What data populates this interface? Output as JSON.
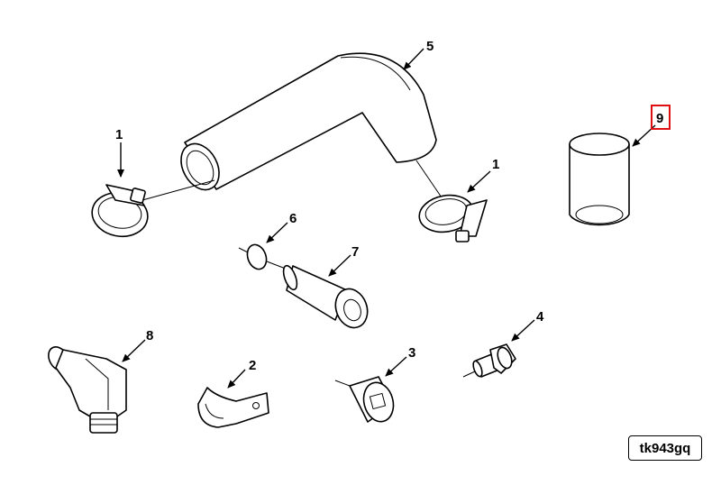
{
  "callouts": {
    "clamp_left": "1",
    "clamp_right": "1",
    "clip": "2",
    "plug": "3",
    "bolt": "4",
    "hose_elbow": "5",
    "o_ring": "6",
    "connector": "7",
    "elbow_fitting": "8",
    "hose_straight": "9"
  },
  "highlighted_callout": "9",
  "reference_code": "tk943gq",
  "colors": {
    "line": "#000000",
    "highlight": "#e01010",
    "background": "#ffffff"
  }
}
